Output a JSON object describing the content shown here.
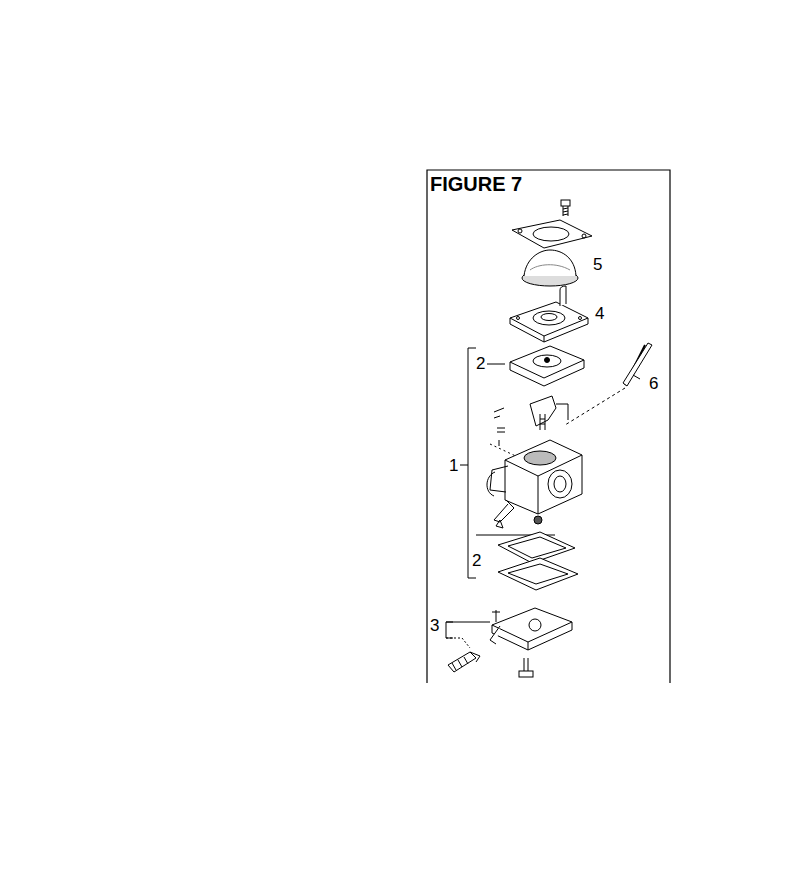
{
  "diagram": {
    "title": "FIGURE 7",
    "labels": [
      "5",
      "4",
      "2",
      "6",
      "1",
      "2",
      "3"
    ]
  }
}
